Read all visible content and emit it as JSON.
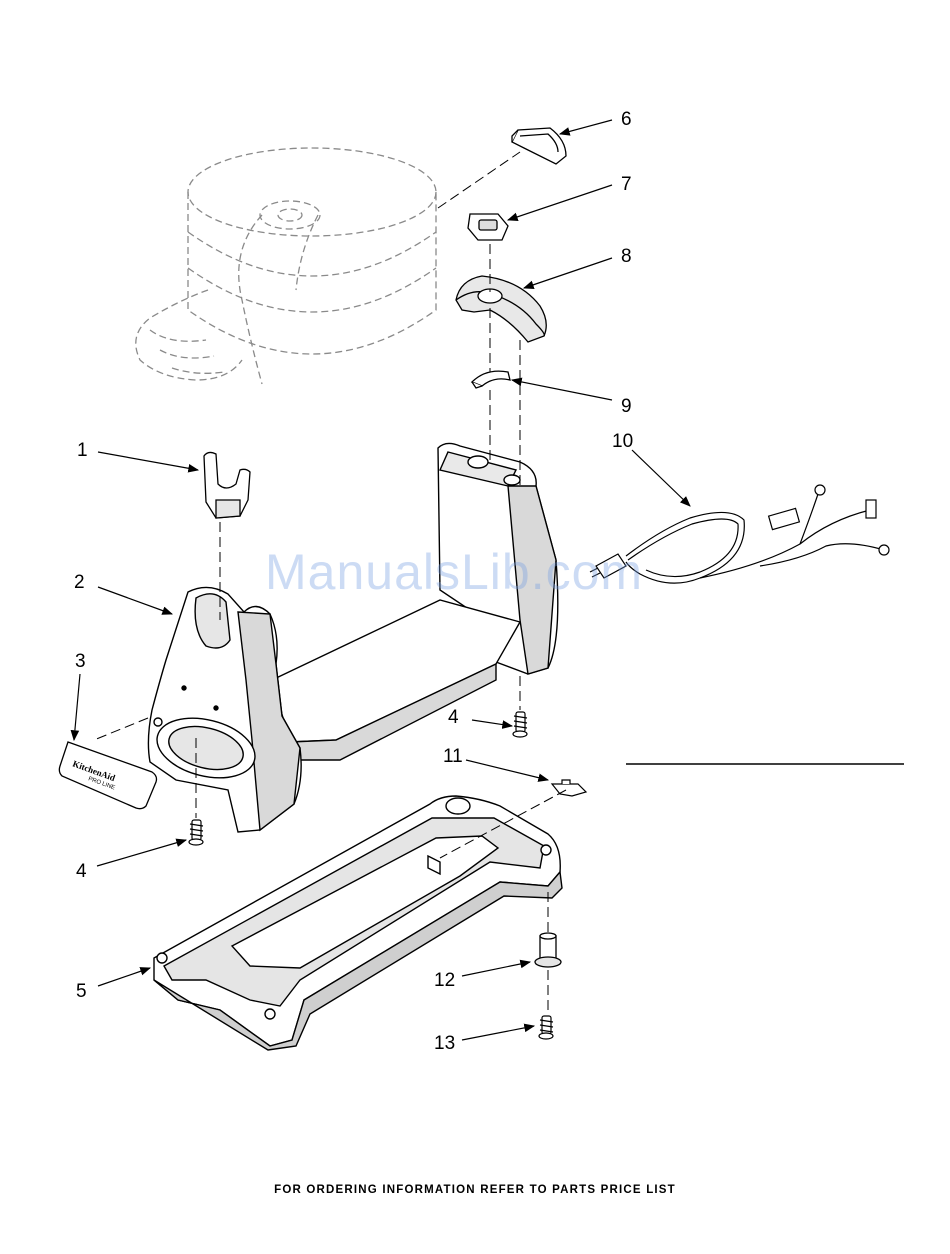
{
  "diagram": {
    "callouts": [
      "1",
      "2",
      "3",
      "4",
      "4",
      "5",
      "6",
      "7",
      "8",
      "9",
      "10",
      "11",
      "12",
      "13"
    ],
    "badge_text": "KitchenAid",
    "badge_subtext": "PRO LINE",
    "footer": "FOR ORDERING INFORMATION REFER TO PARTS PRICE LIST",
    "watermark": "ManualsLib.com"
  },
  "colors": {
    "line": "#000000",
    "part_fill": "#ffffff",
    "ghost": "#8a8a8a",
    "shade": "#d9d9d9",
    "watermark": "#8fb0e6"
  }
}
